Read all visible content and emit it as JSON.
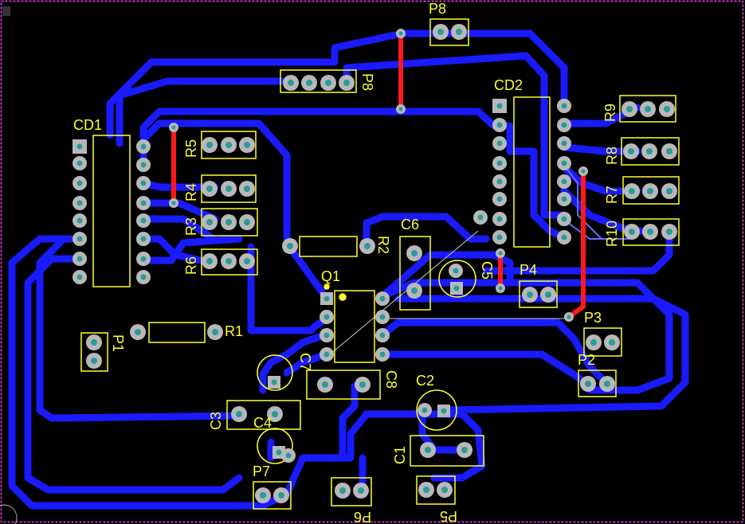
{
  "board": {
    "colors": {
      "background": "#000000",
      "top_copper": "#1a1aff",
      "bottom_copper": "#ff1a1a",
      "silkscreen": "#ffff33",
      "pad": "#b8b8b8",
      "drill": "#2a9a9a",
      "outline": "#ff40ff",
      "thin": "#cccccc"
    }
  },
  "components": {
    "p8_top": "P8",
    "p8_mid": "P8",
    "cd1": "CD1",
    "cd2": "CD2",
    "r1": "R1",
    "r2": "R2",
    "r3": "R3",
    "r4": "R4",
    "r5": "R5",
    "r6": "R6",
    "r7": "R7",
    "r8": "R8",
    "r9": "R9",
    "r10": "R10",
    "c1": "C1",
    "c2": "C2",
    "c3": "C3",
    "c4": "C4",
    "c5": "C5",
    "c6": "C6",
    "c7": "C7",
    "c8": "C8",
    "q1": "Q1",
    "p1": "P1",
    "p2": "P2",
    "p3": "P3",
    "p4": "P4",
    "p5": "P5",
    "p6": "P6",
    "p7": "P7"
  }
}
